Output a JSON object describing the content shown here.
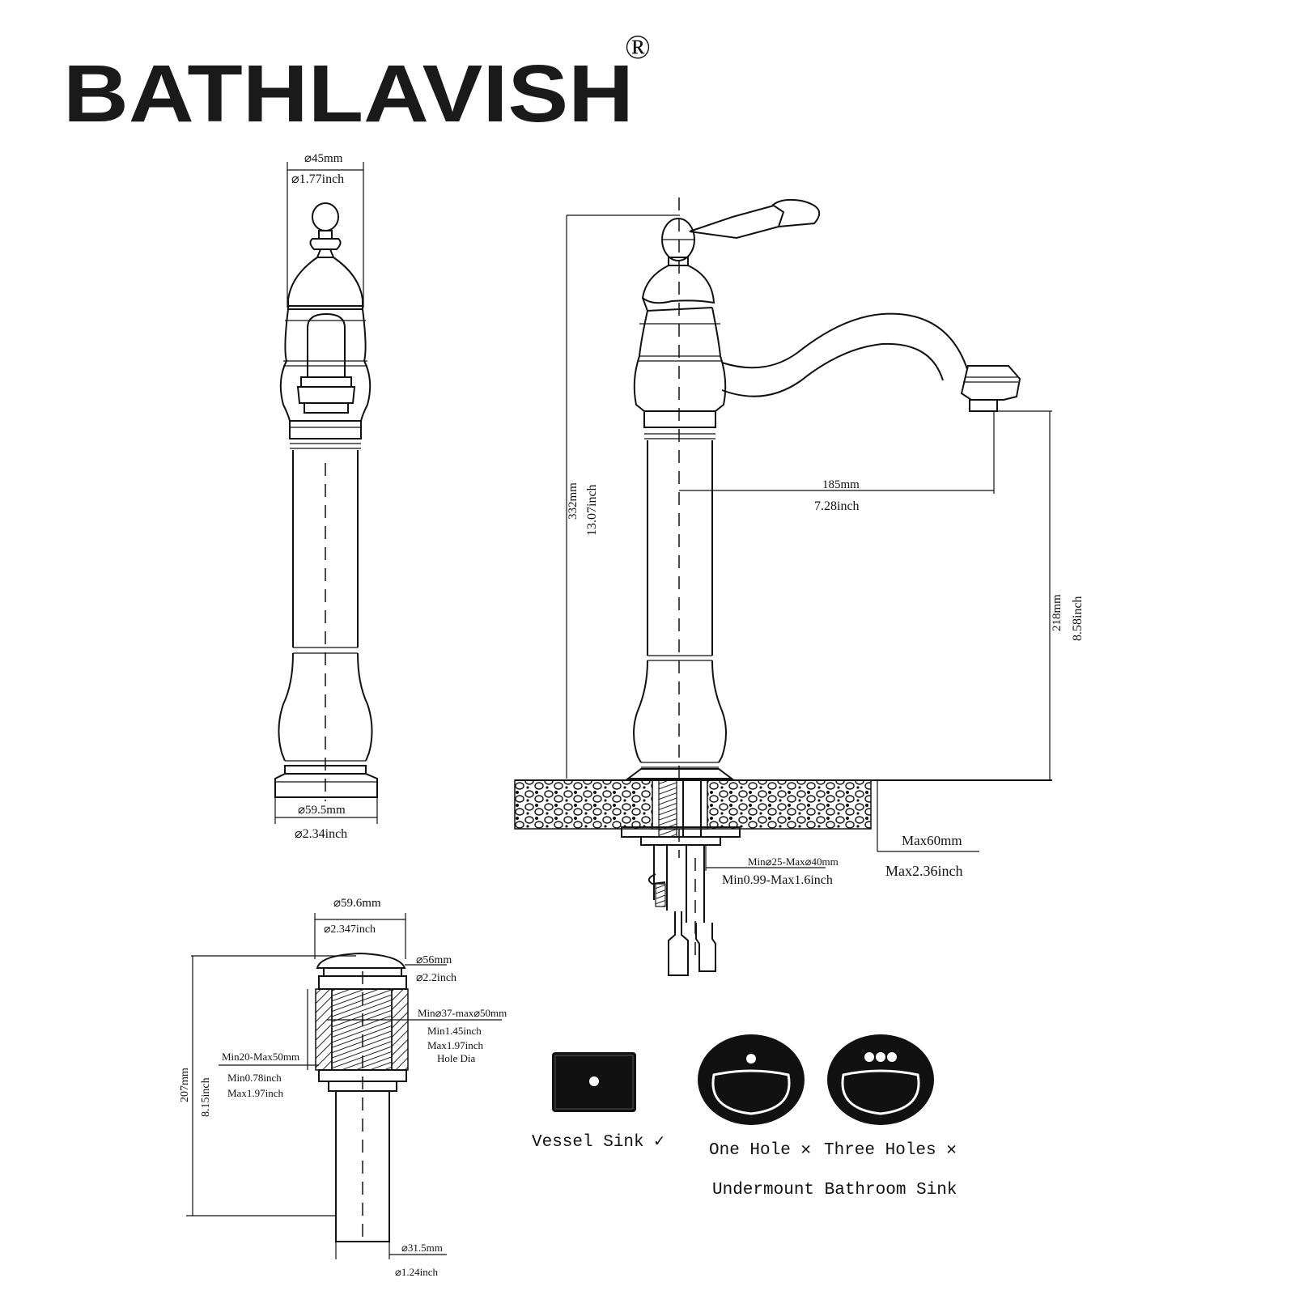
{
  "brand": {
    "name": "BATHLAVISH",
    "mark": "®"
  },
  "faucet_front": {
    "top_dia_mm": "⌀45mm",
    "top_dia_in": "⌀1.77inch",
    "base_dia_mm": "⌀59.5mm",
    "base_dia_in": "⌀2.34inch"
  },
  "faucet_side": {
    "height_mm": "332mm",
    "height_in": "13.07inch",
    "reach_mm": "185mm",
    "reach_in": "7.28inch",
    "spout_height_mm": "218mm",
    "spout_height_in": "8.58inch",
    "deck_thickness_mm": "Max60mm",
    "deck_thickness_in": "Max2.36inch",
    "hole_dia_mm": "Min⌀25-Max⌀40mm",
    "hole_dia_in": "Min0.99-Max1.6inch"
  },
  "drain": {
    "cap_dia_mm": "⌀59.6mm",
    "cap_dia_in": "⌀2.347inch",
    "flange_dia_mm": "⌀56mm",
    "flange_dia_in": "⌀2.2inch",
    "hole_mm": "Min⌀37-max⌀50mm",
    "hole_min_in": "Min1.45inch",
    "hole_max_in": "Max1.97inch",
    "hole_label": "Hole Dia",
    "thickness_mm": "Min20-Max50mm",
    "thickness_min_in": "Min0.78inch",
    "thickness_max_in": "Max1.97inch",
    "height_mm": "207mm",
    "height_in": "8.15inch",
    "pipe_dia_mm": "⌀31.5mm",
    "pipe_dia_in": "⌀1.24inch"
  },
  "sinks": {
    "vessel": "Vessel Sink ✓",
    "one_hole": "One Hole ✕",
    "three_holes": "Three Holes ✕",
    "undermount": "Undermount Bathroom Sink"
  }
}
